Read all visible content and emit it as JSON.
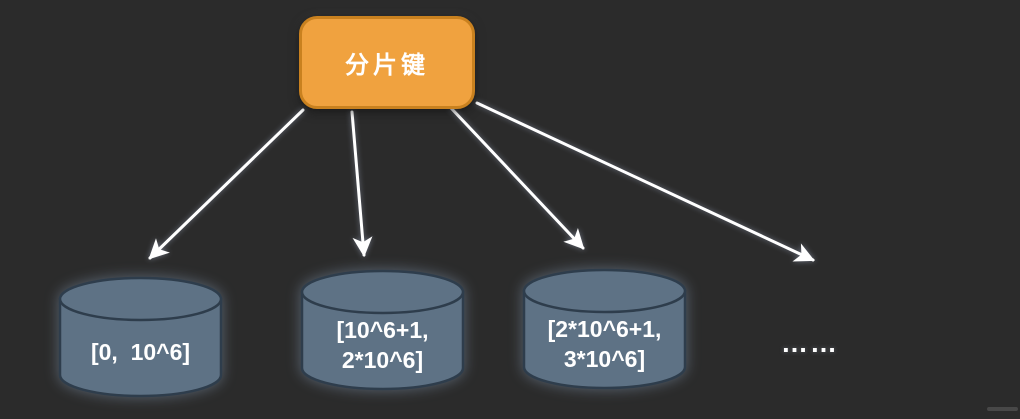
{
  "diagram": {
    "root": {
      "label": "分片键"
    },
    "shards": [
      {
        "lines": [
          "[0,  10^6]"
        ]
      },
      {
        "lines": [
          "[10^6+1,",
          "2*10^6]"
        ]
      },
      {
        "lines": [
          "[2*10^6+1,",
          "3*10^6]"
        ]
      }
    ],
    "more_label": "……",
    "colors": {
      "background": "#2B2B2B",
      "root_fill": "#F0A23F",
      "root_border": "#C9811F",
      "cylinder_fill": "#5E7285",
      "cylinder_border": "#2E3D4C",
      "arrow": "#FFFFFF",
      "text": "#FFFFFF"
    }
  }
}
